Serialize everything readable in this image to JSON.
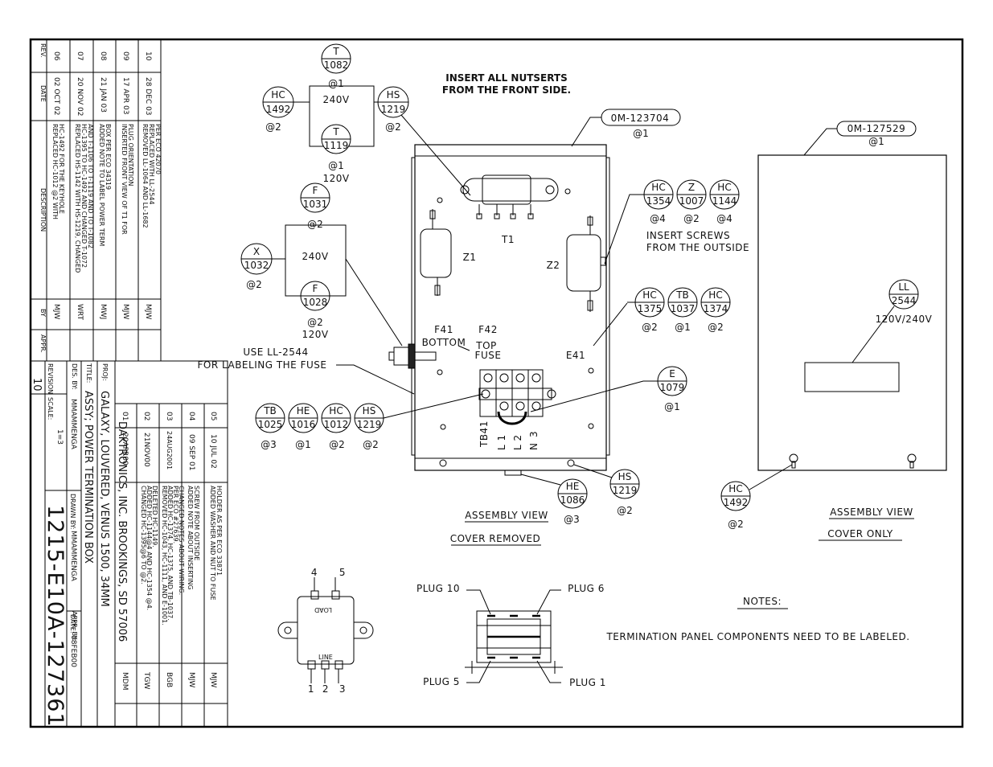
{
  "drawing": {
    "number": "1215-E10A-127361",
    "revision_label": "REVISION",
    "revision": "10",
    "scale_label": "SCALE:",
    "scale": "1=3",
    "company": "DAKTRONICS, INC.  BROOKINGS, SD  57006",
    "proj_label": "PROJ:",
    "project": "GALAXY, LOUVERED, VENUS 1500, 34MM",
    "title_label": "TITLE:",
    "title": "ASSY; POWER TERMINATION BOX",
    "des_label": "DES. BY:",
    "designer": "MMAMMENGA",
    "drawn_label": "DRAWN BY:",
    "drawn_by": "MMAMMENGA",
    "appr_label": "APPR. BY:",
    "date_label": "DATE:",
    "date": "08FEB00"
  },
  "revision_table": {
    "headers": [
      "REV.",
      "DATE",
      "DESCRIPTION",
      "BY",
      "APPR."
    ],
    "rows": [
      {
        "rev": "10",
        "date": "28 DEC 03",
        "desc": [
          "REMOVED LL-1064 AND LL-1682",
          "REPLACED WITH LL-2544",
          "PER ECO 42070"
        ],
        "by": "MJW"
      },
      {
        "rev": "09",
        "date": "17 APR 03",
        "desc": [
          "INSERTED FRONT VIEW OF T1 FOR",
          "PLUG ORIENTATION"
        ],
        "by": "MJW"
      },
      {
        "rev": "08",
        "date": "21 JAN 03",
        "desc": [
          "ADDED NOTE TO LABEL POWER TERM",
          "BOX PER ECO 34319"
        ],
        "by": "MWJ"
      },
      {
        "rev": "07",
        "date": "20 NOV 02",
        "desc": [
          "REPLACED HS-1142 WITH HS-1219, CHANGED",
          "HC-1395 TO HC-1492 AND CHANGED T-1072",
          "AND T-1106 TO T-1119 AND TO T-1082"
        ],
        "by": "WRT"
      },
      {
        "rev": "06",
        "date": "02 OCT 02",
        "desc": [
          "REPLACED HC-1012 @2 WITH",
          "HC-1492 FOR THE KEYHOLE"
        ],
        "by": "MJW"
      }
    ]
  },
  "revision_table_2": {
    "rows": [
      {
        "rev": "05",
        "date": "10 JUL 02",
        "desc": [
          "ADDED WASHER AND NUT TO FUSE",
          "HOLDER AS PER ECO 33871"
        ],
        "by": "MJW"
      },
      {
        "rev": "04",
        "date": "09 SEP 01",
        "desc": [
          "ADDED NOTE ABOUT INSERTING",
          "SCREW FROM OUTSIDE"
        ],
        "by": "MJW"
      },
      {
        "rev": "03",
        "date": "24AUG2001",
        "desc": [
          "REMOVED HC-1043, HC-1111, AND E-1001.",
          "ADDED HC-1374, HC-1375, AND TB-1037.",
          "PER ECO #27639.",
          "CHANGED NOTES ABOUT WIRING."
        ],
        "by": "BGB"
      },
      {
        "rev": "02",
        "date": "21NOV00",
        "desc": [
          "CHANGED HC-1395@6 TO @2.",
          "ADDED HC-1144@4 AND HC-1354 @4.",
          "DELETED HC-1149."
        ],
        "by": "TGW"
      },
      {
        "rev": "01",
        "date": "20APR00",
        "desc": [],
        "by": "MDM"
      }
    ]
  },
  "bubbles": [
    {
      "id": "t1082",
      "top": "T",
      "num": "1082",
      "qty": "@1",
      "note": "240V"
    },
    {
      "id": "t1119",
      "top": "T",
      "num": "1119",
      "qty": "@1",
      "note": "120V"
    },
    {
      "id": "hc1492a",
      "top": "HC",
      "num": "1492",
      "qty": "@2"
    },
    {
      "id": "hs1219a",
      "top": "HS",
      "num": "1219",
      "qty": "@2"
    },
    {
      "id": "f1031",
      "top": "F",
      "num": "1031",
      "qty": "@2",
      "note": "240V"
    },
    {
      "id": "f1028",
      "top": "F",
      "num": "1028",
      "qty": "@2",
      "note": "120V"
    },
    {
      "id": "x1032",
      "top": "X",
      "num": "1032",
      "qty": "@2"
    },
    {
      "id": "hc1354",
      "top": "HC",
      "num": "1354",
      "qty": "@4"
    },
    {
      "id": "z1007",
      "top": "Z",
      "num": "1007",
      "qty": "@2"
    },
    {
      "id": "hc1144",
      "top": "HC",
      "num": "1144",
      "qty": "@4"
    },
    {
      "id": "hc1375",
      "top": "HC",
      "num": "1375",
      "qty": "@2"
    },
    {
      "id": "tb1037",
      "top": "TB",
      "num": "1037",
      "qty": "@1"
    },
    {
      "id": "hc1374",
      "top": "HC",
      "num": "1374",
      "qty": "@2"
    },
    {
      "id": "e1079",
      "top": "E",
      "num": "1079",
      "qty": "@1"
    },
    {
      "id": "tb1025",
      "top": "TB",
      "num": "1025",
      "qty": "@3"
    },
    {
      "id": "he1016",
      "top": "HE",
      "num": "1016",
      "qty": "@1"
    },
    {
      "id": "hc1012",
      "top": "HC",
      "num": "1012",
      "qty": "@2"
    },
    {
      "id": "hs1219b",
      "top": "HS",
      "num": "1219",
      "qty": "@2"
    },
    {
      "id": "he1086",
      "top": "HE",
      "num": "1086",
      "qty": "@3"
    },
    {
      "id": "hs1219c",
      "top": "HS",
      "num": "1219",
      "qty": "@2"
    },
    {
      "id": "hc1492b",
      "top": "HC",
      "num": "1492",
      "qty": "@2"
    },
    {
      "id": "ll2544",
      "top": "LL",
      "num": "2544",
      "qty": "120V/240V"
    }
  ],
  "part_callouts": {
    "om123704": {
      "num": "0M-123704",
      "qty": "@1"
    },
    "om127529": {
      "num": "0M-127529",
      "qty": "@1"
    }
  },
  "labels": {
    "nutserts_1": "INSERT ALL NUTSERTS",
    "nutserts_2": "FROM THE FRONT SIDE.",
    "screws_1": "INSERT SCREWS",
    "screws_2": "FROM THE OUTSIDE",
    "use_ll_1": "USE LL-2544",
    "use_ll_2": "FOR LABELING THE FUSE",
    "t1": "T1",
    "z1": "Z1",
    "z2": "Z2",
    "f41": "F41",
    "f42": "F42",
    "bottom": "BOTTOM",
    "top": "TOP",
    "fuse": "FUSE",
    "e41": "E41",
    "tb41": "TB41",
    "term_l1": "L 1",
    "term_l2": "L 2",
    "term_n": "N",
    "term_3": "3",
    "assembly_view_1": "ASSEMBLY VIEW",
    "cover_removed": "COVER REMOVED",
    "assembly_view_2": "ASSEMBLY VIEW",
    "cover_only": "COVER ONLY",
    "plug10": "PLUG 10",
    "plug6": "PLUG 6",
    "plug5": "PLUG 5",
    "plug1": "PLUG 1",
    "notes_title": "NOTES:",
    "notes_text": "TERMINATION PANEL COMPONENTS NEED TO BE LABELED.",
    "filter_4": "4",
    "filter_5": "5",
    "filter_1": "1",
    "filter_2": "2",
    "filter_3": "3",
    "filter_load": "LOAD",
    "filter_line": "LINE"
  }
}
